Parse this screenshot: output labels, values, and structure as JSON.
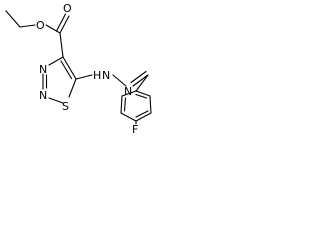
{
  "molecule": {
    "atom_labels": {
      "carbonyl_oxygen": "O",
      "ester_oxygen": "O",
      "ring_n3": "N",
      "ring_n2": "N",
      "ring_s1": "S",
      "hydrazone_nh": "H",
      "hydrazone_nh_n": "N",
      "imine_n": "N",
      "fluorine": "F"
    }
  }
}
